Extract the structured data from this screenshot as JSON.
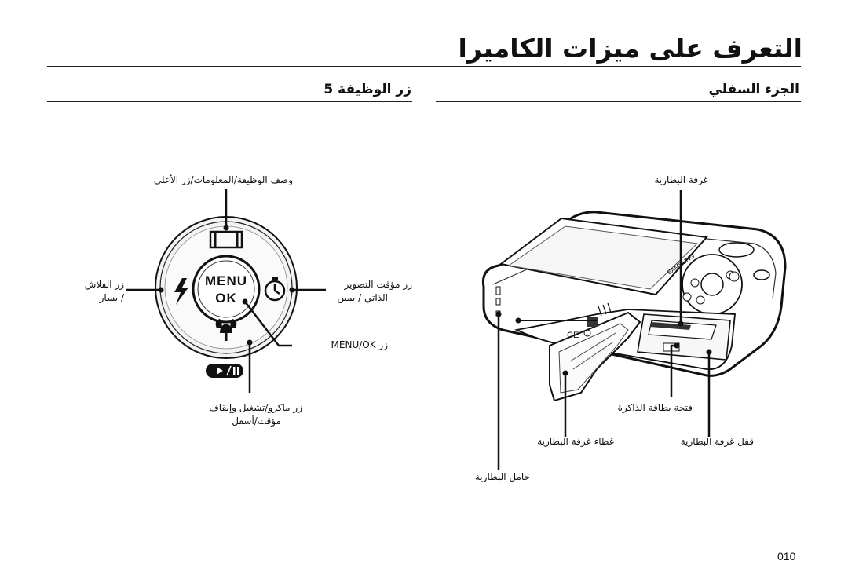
{
  "page": {
    "title": "التعرف على ميزات الكاميرا",
    "page_number": "010"
  },
  "left_section": {
    "title": "الجزء السفلي",
    "labels": {
      "battery_cover": "غرفة البطارية",
      "battery_lock": "قفل غرفة البطارية",
      "battery_slot_cover": "غطاء غرفة البطارية",
      "memory_card_slot": "فتحة بطاقة الذاكرة",
      "tripod_mount": "حامل البطارية"
    }
  },
  "right_section": {
    "title": "زر الوظيفة 5",
    "labels": {
      "top_button": "وصف الوظيفة/المعلومات/زر الأعلى",
      "flash_button": "زر الفلاش",
      "flash_dir": "/ يسار",
      "timer_button": "زر مؤقت التصوير",
      "timer_dir": "الذاتي / يمين",
      "menu_ok": "زر MENU/OK",
      "macro_button": "زر ماكرو/تشغيل وإيقاف",
      "macro_dir": "مؤقت/أسفل"
    },
    "dial": {
      "menu_text": "MENU",
      "ok_text": "OK"
    }
  }
}
